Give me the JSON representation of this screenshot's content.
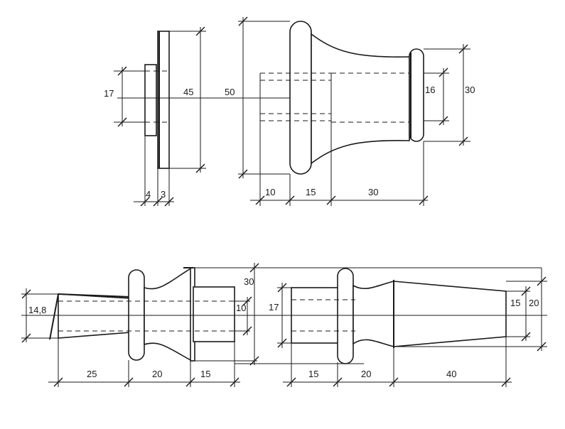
{
  "drawing": {
    "part_a": {
      "dims": {
        "d_17": "17",
        "d_45": "45",
        "w_4": "4",
        "w_3": "3"
      }
    },
    "part_b": {
      "dims": {
        "d_50": "50",
        "d_16": "16",
        "d_30": "30",
        "l_10": "10",
        "l_15": "15",
        "l_30": "30"
      }
    },
    "part_c": {
      "dims": {
        "d_14_8": "14,8",
        "d_30": "30",
        "d_10": "10",
        "l_25": "25",
        "l_20": "20",
        "l_15": "15"
      }
    },
    "part_d": {
      "dims": {
        "d_17": "17",
        "d_15": "15",
        "d_20": "20",
        "l_15": "15",
        "l_20": "20",
        "l_40": "40"
      }
    }
  }
}
